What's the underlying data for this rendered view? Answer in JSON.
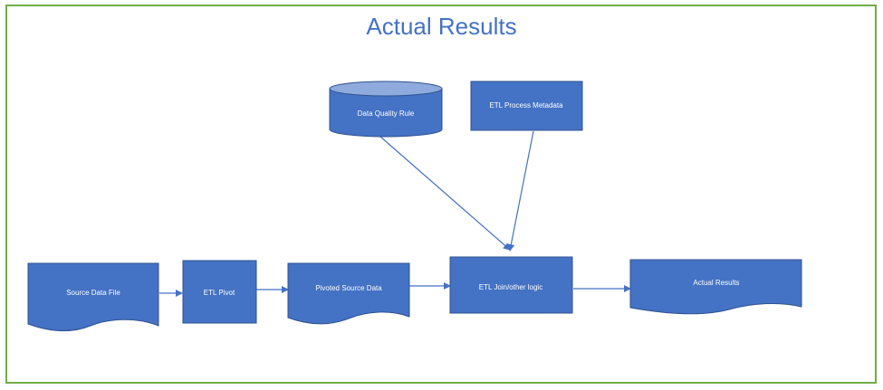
{
  "title": "Actual Results",
  "colors": {
    "frame": "#70ad47",
    "title": "#4472c4",
    "shape_fill": "#4472c4",
    "shape_stroke": "#2f528f",
    "cylinder_top": "#8faadc",
    "connector": "#4472c4"
  },
  "nodes": {
    "data_quality_rule": {
      "label": "Data Quality Rule",
      "shape": "cylinder"
    },
    "etl_process_metadata": {
      "label": "ETL Process Metadata",
      "shape": "rectangle"
    },
    "source_data_file": {
      "label": "Source Data File",
      "shape": "document"
    },
    "etl_pivot": {
      "label": "ETL Pivot",
      "shape": "rectangle"
    },
    "pivoted_source_data": {
      "label": "Pivoted Source Data",
      "shape": "document"
    },
    "etl_join_logic": {
      "label": "ETL Join/other logic",
      "shape": "rectangle"
    },
    "actual_results": {
      "label": "Actual Results",
      "shape": "document"
    }
  },
  "edges": [
    {
      "from": "source_data_file",
      "to": "etl_pivot"
    },
    {
      "from": "etl_pivot",
      "to": "pivoted_source_data"
    },
    {
      "from": "pivoted_source_data",
      "to": "etl_join_logic"
    },
    {
      "from": "etl_join_logic",
      "to": "actual_results"
    },
    {
      "from": "data_quality_rule",
      "to": "etl_join_logic"
    },
    {
      "from": "etl_process_metadata",
      "to": "etl_join_logic"
    }
  ]
}
